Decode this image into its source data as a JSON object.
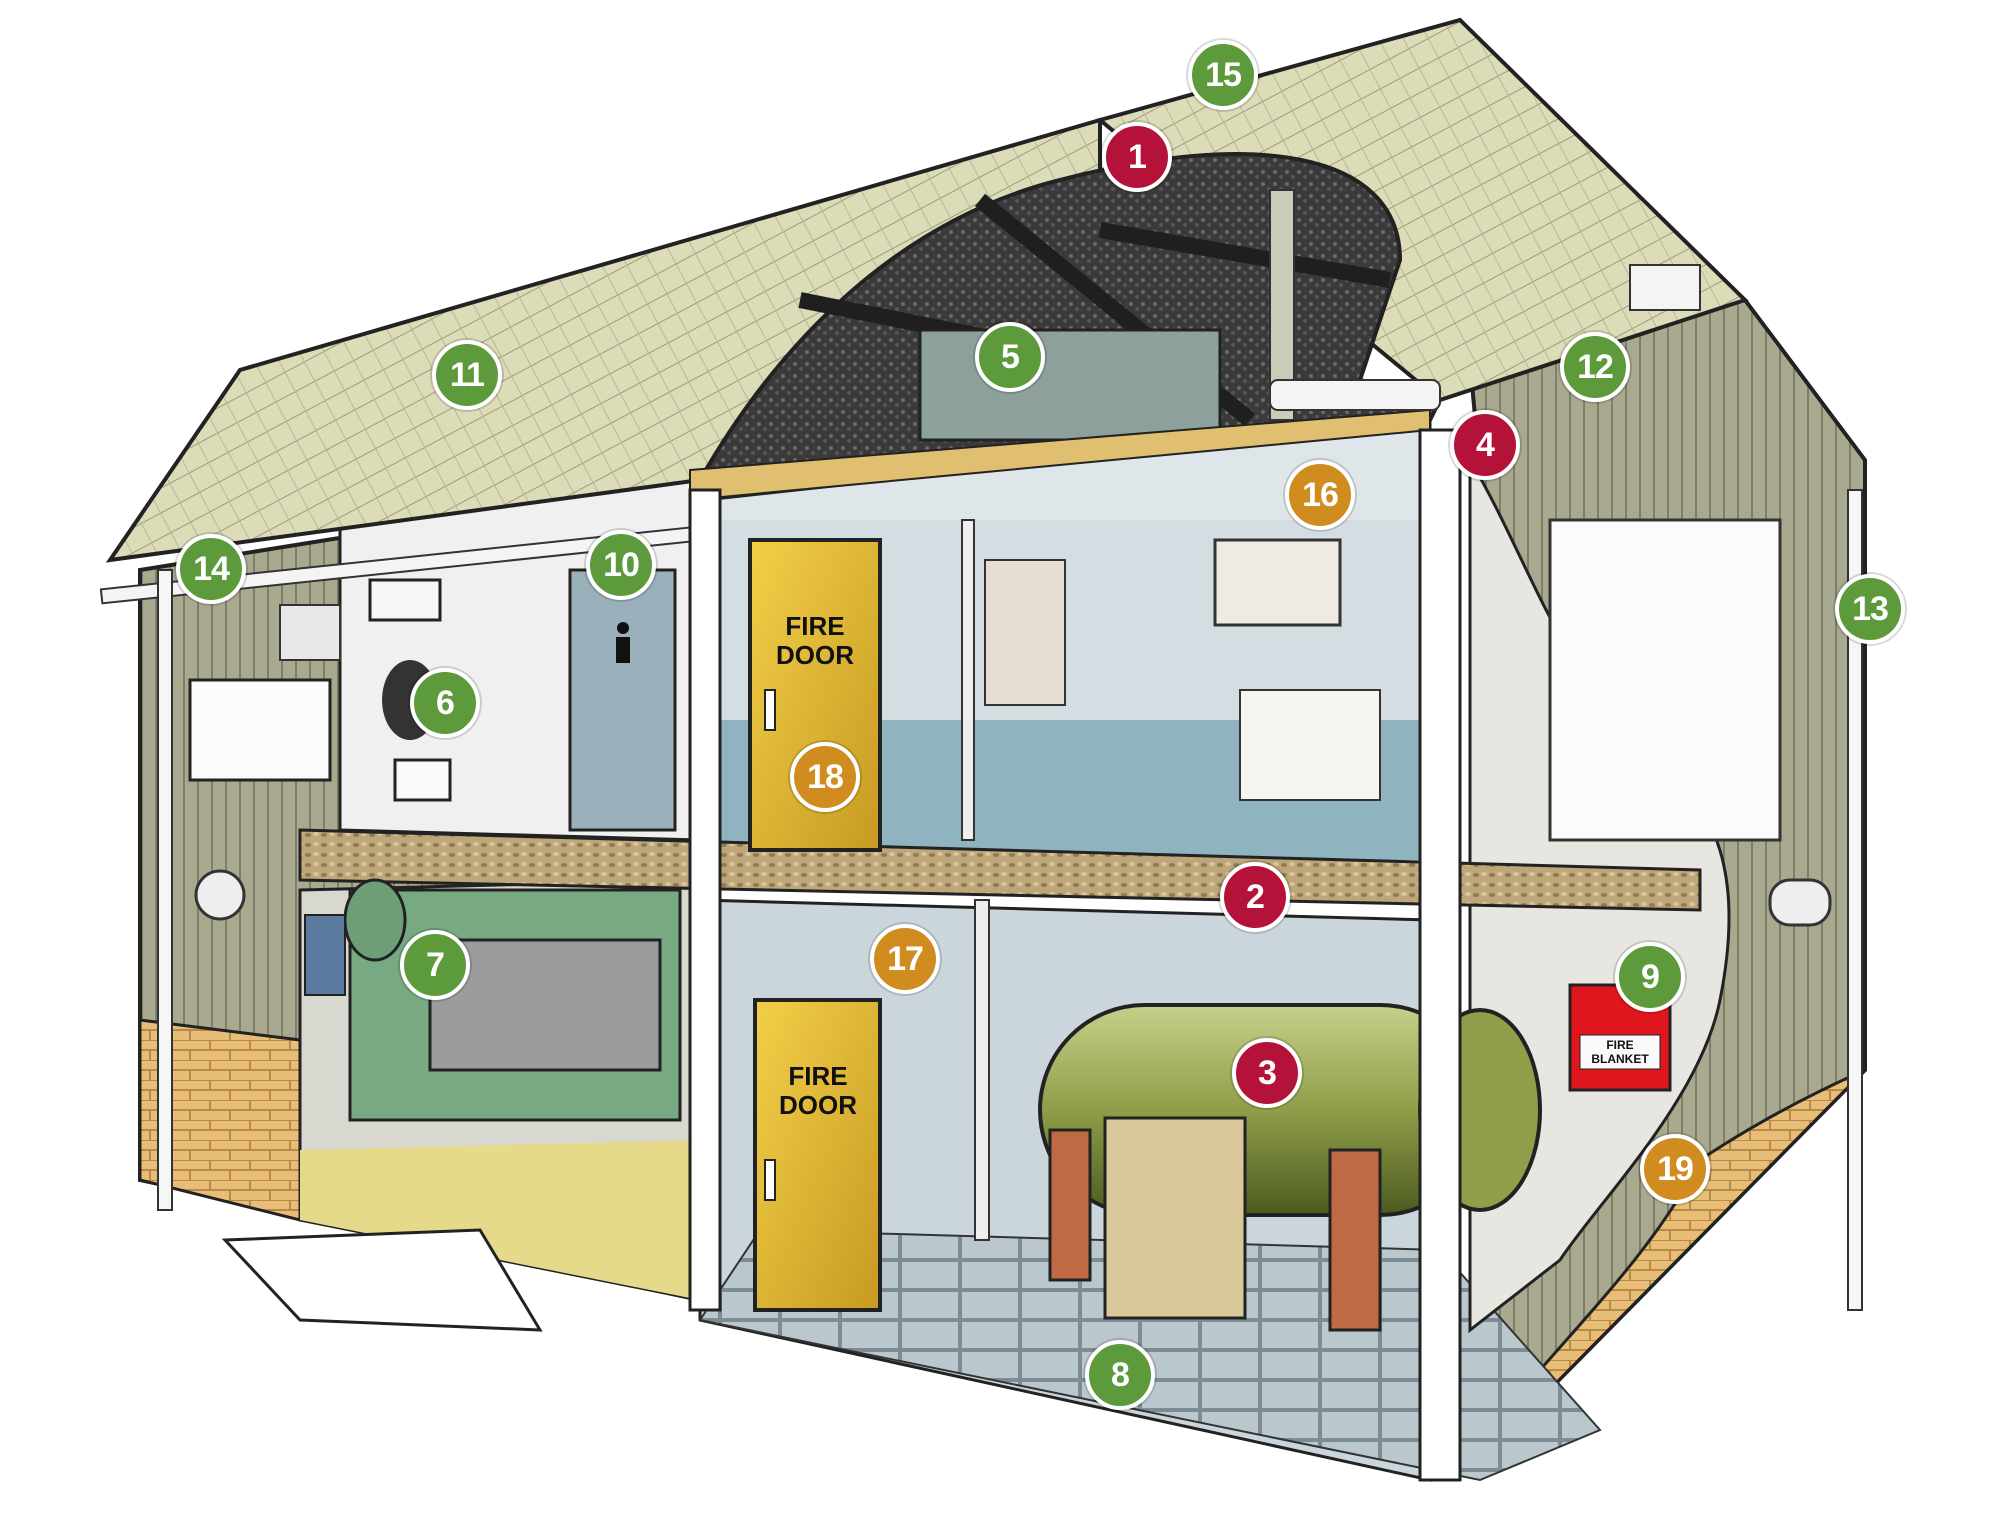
{
  "labels": {
    "fire_door_line1": "FIRE",
    "fire_door_line2": "DOOR",
    "fire_blanket_line1": "FIRE",
    "fire_blanket_line2": "BLANKET"
  },
  "colors": {
    "red": "#b5123a",
    "green": "#5c9a3c",
    "amber": "#d08c1e"
  },
  "markers": [
    {
      "number": "1",
      "category": "red"
    },
    {
      "number": "2",
      "category": "red"
    },
    {
      "number": "3",
      "category": "red"
    },
    {
      "number": "4",
      "category": "red"
    },
    {
      "number": "5",
      "category": "green"
    },
    {
      "number": "6",
      "category": "green"
    },
    {
      "number": "7",
      "category": "green"
    },
    {
      "number": "8",
      "category": "green"
    },
    {
      "number": "9",
      "category": "green"
    },
    {
      "number": "10",
      "category": "green"
    },
    {
      "number": "11",
      "category": "green"
    },
    {
      "number": "12",
      "category": "green"
    },
    {
      "number": "13",
      "category": "green"
    },
    {
      "number": "14",
      "category": "green"
    },
    {
      "number": "15",
      "category": "green"
    },
    {
      "number": "16",
      "category": "amber"
    },
    {
      "number": "17",
      "category": "amber"
    },
    {
      "number": "18",
      "category": "amber"
    },
    {
      "number": "19",
      "category": "amber"
    }
  ]
}
